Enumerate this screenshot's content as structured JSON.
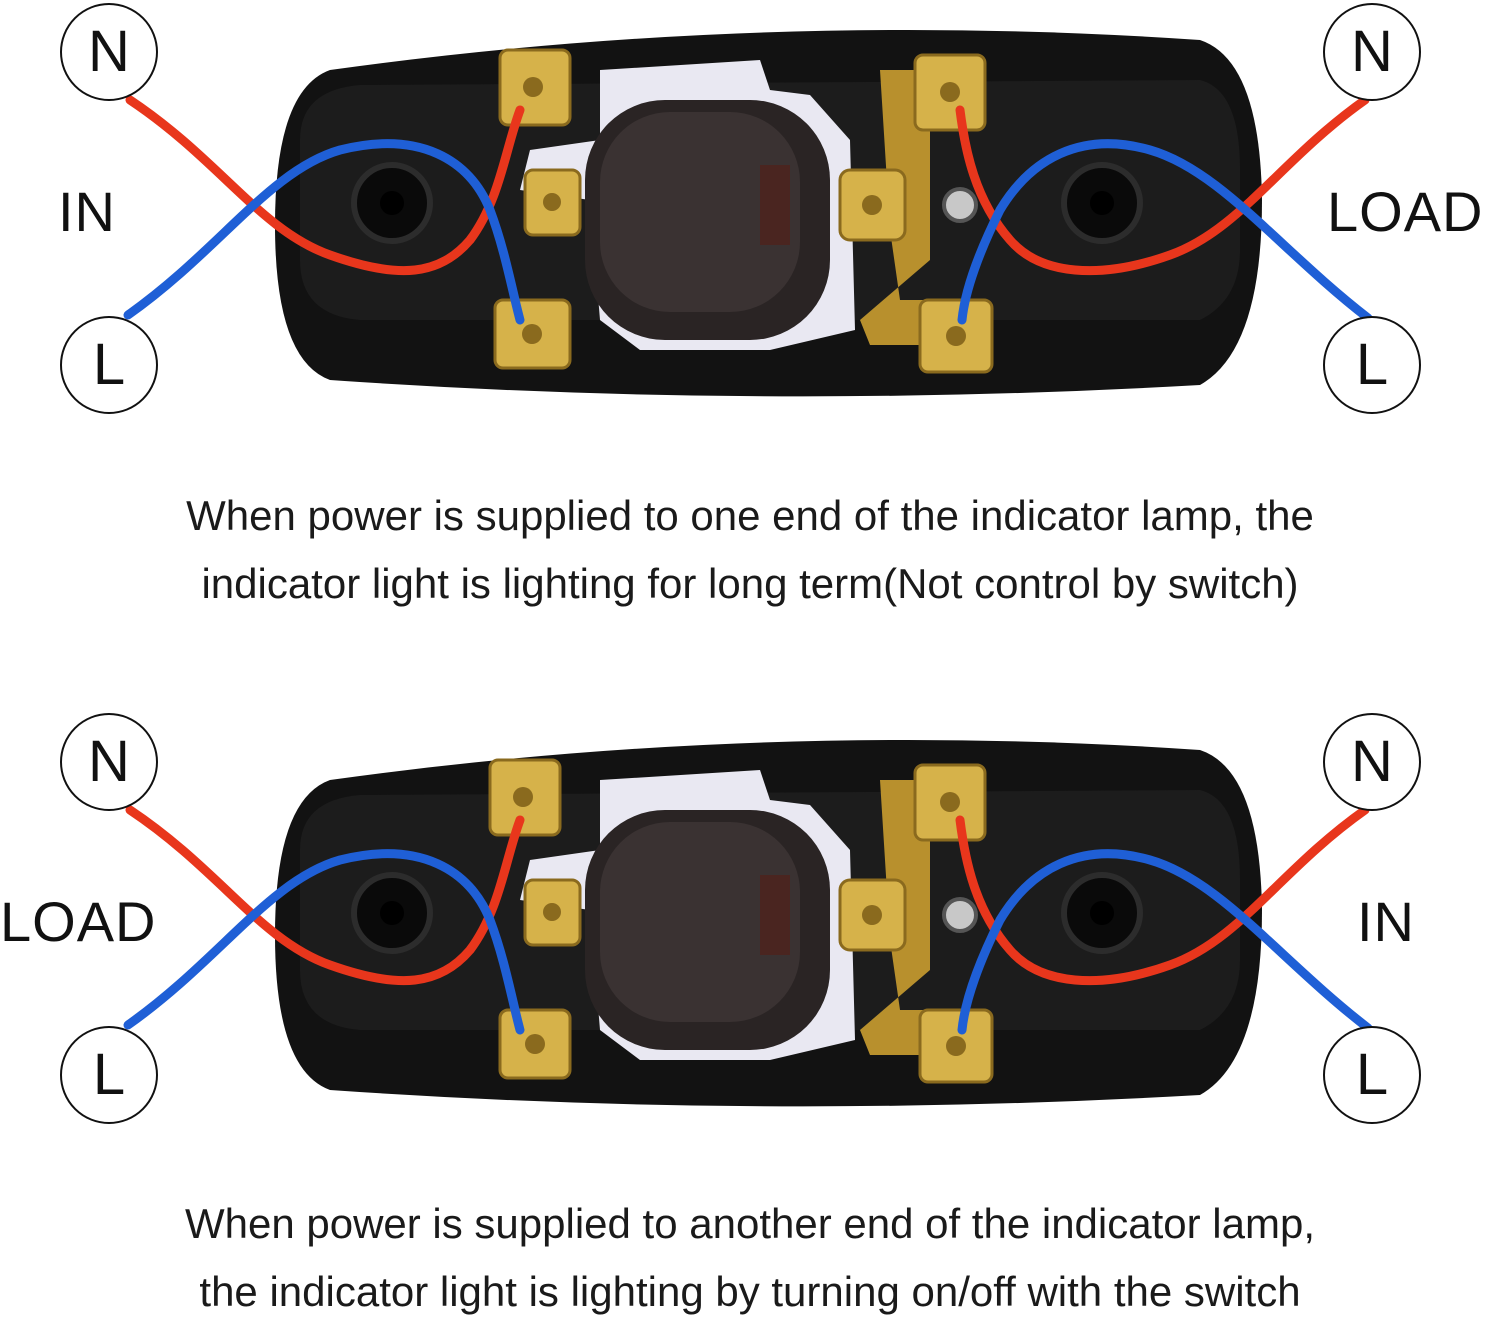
{
  "diagram_top": {
    "left_side_label": "IN",
    "right_side_label": "LOAD",
    "left_top_terminal": "N",
    "left_bottom_terminal": "L",
    "right_top_terminal": "N",
    "right_bottom_terminal": "L"
  },
  "caption_top": {
    "line1": "When power is supplied to one end of the indicator lamp, the",
    "line2": "indicator light is lighting for long term(Not control by switch)"
  },
  "diagram_bottom": {
    "left_side_label": "LOAD",
    "right_side_label": "IN",
    "left_top_terminal": "N",
    "left_bottom_terminal": "L",
    "right_top_terminal": "N",
    "right_bottom_terminal": "L"
  },
  "caption_bottom": {
    "line1": "When power is supplied to another end of the indicator lamp,",
    "line2": "the indicator light is lighting by turning on/off with the switch"
  },
  "colors": {
    "neutral_wire": "#e8361c",
    "live_wire": "#1f5fd6",
    "housing": "#111111",
    "brass": "#c9a23a"
  }
}
